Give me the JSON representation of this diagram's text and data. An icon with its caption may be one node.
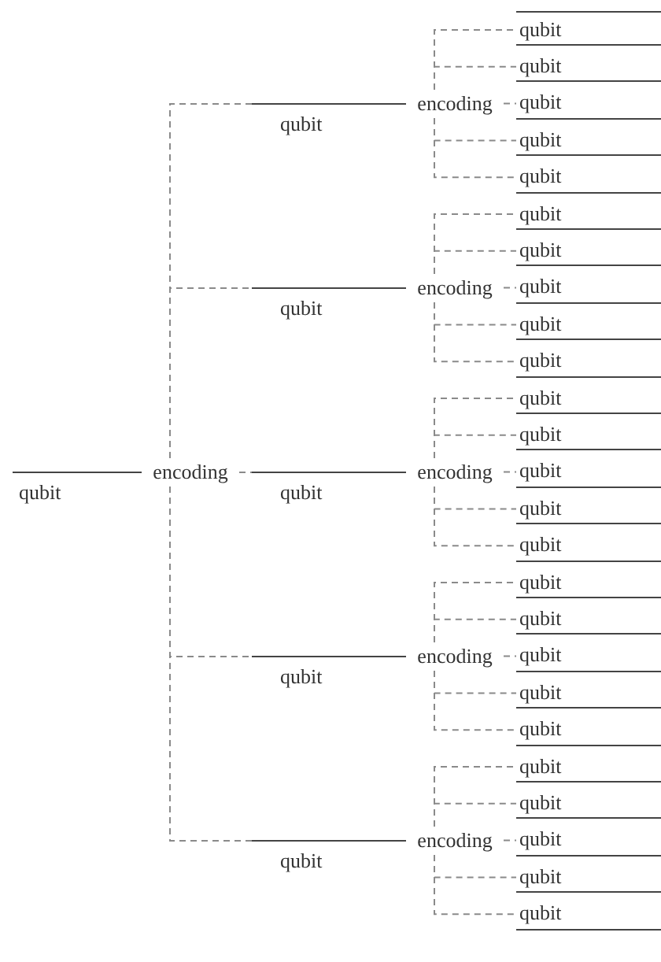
{
  "diagram": {
    "nodes": [
      {
        "text": [
          "qubit"
        ]
      },
      {
        "text": [
          "encoding"
        ]
      },
      {
        "text": [
          "qubit"
        ]
      },
      {
        "text": [
          "encoding"
        ]
      },
      {
        "text": [
          "qubit"
        ]
      },
      {
        "text": [
          "qubit"
        ]
      },
      {
        "text": [
          "qubit"
        ]
      },
      {
        "text": [
          "qubit"
        ]
      },
      {
        "text": [
          "qubit"
        ]
      },
      {
        "text": [
          "qubit"
        ]
      },
      {
        "text": [
          "encoding"
        ]
      },
      {
        "text": [
          "qubit"
        ]
      },
      {
        "text": [
          "qubit"
        ]
      },
      {
        "text": [
          "qubit"
        ]
      },
      {
        "text": [
          "qubit"
        ]
      },
      {
        "text": [
          "qubit"
        ]
      },
      {
        "text": [
          "qubit"
        ]
      },
      {
        "text": [
          "encoding"
        ]
      },
      {
        "text": [
          "qubit"
        ]
      },
      {
        "text": [
          "qubit"
        ]
      },
      {
        "text": [
          "qubit"
        ]
      },
      {
        "text": [
          "qubit"
        ]
      },
      {
        "text": [
          "qubit"
        ]
      },
      {
        "text": [
          "qubit"
        ]
      },
      {
        "text": [
          "encoding"
        ]
      },
      {
        "text": [
          "qubit"
        ]
      },
      {
        "text": [
          "qubit"
        ]
      },
      {
        "text": [
          "qubit"
        ]
      },
      {
        "text": [
          "qubit"
        ]
      },
      {
        "text": [
          "qubit"
        ]
      },
      {
        "text": [
          "qubit"
        ]
      },
      {
        "text": [
          "encoding"
        ]
      },
      {
        "text": [
          "qubit"
        ]
      },
      {
        "text": [
          "qubit"
        ]
      },
      {
        "text": [
          "qubit"
        ]
      },
      {
        "text": [
          "qubit"
        ]
      },
      {
        "text": [
          "qubit"
        ]
      }
    ],
    "edges": [
      {
        "from": 0,
        "to": 1,
        "arrow": "none"
      },
      {
        "from": 1,
        "to": 2,
        "arrow": "none",
        "style": "dashed"
      },
      {
        "from": 1,
        "to": 9,
        "arrow": "none",
        "style": "dashed"
      },
      {
        "from": 1,
        "to": 16,
        "arrow": "none",
        "style": "dashed"
      },
      {
        "from": 1,
        "to": 23,
        "arrow": "none",
        "style": "dashed"
      },
      {
        "from": 1,
        "to": 30,
        "arrow": "none",
        "style": "dashed"
      },
      {
        "from": 2,
        "to": 3,
        "arrow": "none"
      },
      {
        "from": 9,
        "to": 10,
        "arrow": "none"
      },
      {
        "from": 16,
        "to": 17,
        "arrow": "none"
      },
      {
        "from": 23,
        "to": 24,
        "arrow": "none"
      },
      {
        "from": 30,
        "to": 31,
        "arrow": "none"
      },
      {
        "from": 3,
        "to": 4,
        "arrow": "none",
        "style": "dashed"
      },
      {
        "from": 3,
        "to": 5,
        "arrow": "none",
        "style": "dashed"
      },
      {
        "from": 3,
        "to": 6,
        "arrow": "none",
        "style": "dashed"
      },
      {
        "from": 3,
        "to": 7,
        "arrow": "none",
        "style": "dashed"
      },
      {
        "from": 3,
        "to": 8,
        "arrow": "none",
        "style": "dashed"
      },
      {
        "from": 10,
        "to": 11,
        "arrow": "none",
        "style": "dashed"
      },
      {
        "from": 10,
        "to": 12,
        "arrow": "none",
        "style": "dashed"
      },
      {
        "from": 10,
        "to": 13,
        "arrow": "none",
        "style": "dashed"
      },
      {
        "from": 10,
        "to": 14,
        "arrow": "none",
        "style": "dashed"
      },
      {
        "from": 10,
        "to": 15,
        "arrow": "none",
        "style": "dashed"
      },
      {
        "from": 17,
        "to": 18,
        "arrow": "none",
        "style": "dashed"
      },
      {
        "from": 17,
        "to": 19,
        "arrow": "none",
        "style": "dashed"
      },
      {
        "from": 17,
        "to": 20,
        "arrow": "none",
        "style": "dashed"
      },
      {
        "from": 17,
        "to": 21,
        "arrow": "none",
        "style": "dashed"
      },
      {
        "from": 17,
        "to": 22,
        "arrow": "none",
        "style": "dashed"
      },
      {
        "from": 24,
        "to": 25,
        "arrow": "none",
        "style": "dashed"
      },
      {
        "from": 24,
        "to": 26,
        "arrow": "none",
        "style": "dashed"
      },
      {
        "from": 24,
        "to": 27,
        "arrow": "none",
        "style": "dashed"
      },
      {
        "from": 24,
        "to": 28,
        "arrow": "none",
        "style": "dashed"
      },
      {
        "from": 24,
        "to": 29,
        "arrow": "none",
        "style": "dashed"
      },
      {
        "from": 31,
        "to": 32,
        "arrow": "none",
        "style": "dashed"
      },
      {
        "from": 31,
        "to": 33,
        "arrow": "none",
        "style": "dashed"
      },
      {
        "from": 31,
        "to": 34,
        "arrow": "none",
        "style": "dashed"
      },
      {
        "from": 31,
        "to": 35,
        "arrow": "none",
        "style": "dashed"
      },
      {
        "from": 31,
        "to": 36,
        "arrow": "none",
        "style": "dashed"
      }
    ]
  }
}
